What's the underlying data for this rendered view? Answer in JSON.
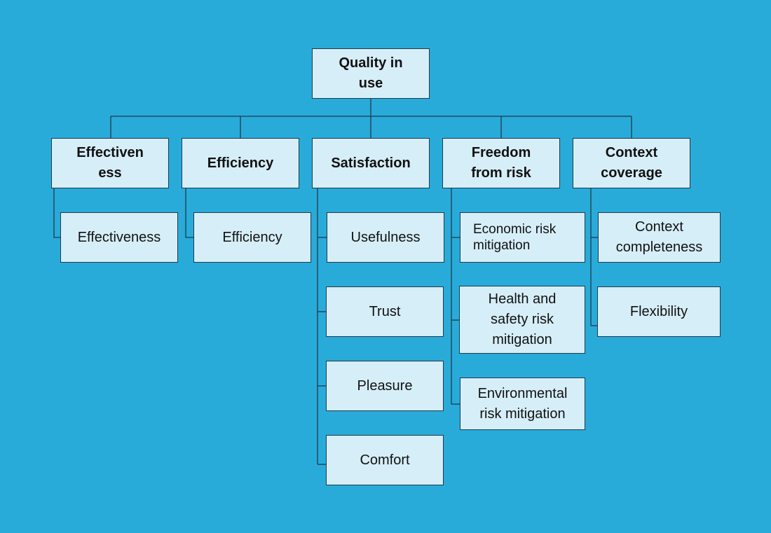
{
  "diagram": {
    "background_color": "#29abda",
    "node_fill_color": "#d6eef8",
    "line_color": "#1e3a4a",
    "root": {
      "label": "Quality in\nuse"
    },
    "categories": [
      {
        "label": "Effectiven\ness"
      },
      {
        "label": "Efficiency"
      },
      {
        "label": "Satisfaction"
      },
      {
        "label": "Freedom\nfrom risk"
      },
      {
        "label": "Context\ncoverage"
      }
    ],
    "subitems": [
      {
        "label": "Effectiveness"
      },
      {
        "label": "Efficiency"
      },
      {
        "label": "Usefulness"
      },
      {
        "label": "Trust"
      },
      {
        "label": "Pleasure"
      },
      {
        "label": "Comfort"
      },
      {
        "label": "Economic risk\nmitigation"
      },
      {
        "label": "Health and\nsafety risk\nmitigation"
      },
      {
        "label": "Environmental\nrisk mitigation"
      },
      {
        "label": "Context\ncompleteness"
      },
      {
        "label": "Flexibility"
      }
    ]
  }
}
